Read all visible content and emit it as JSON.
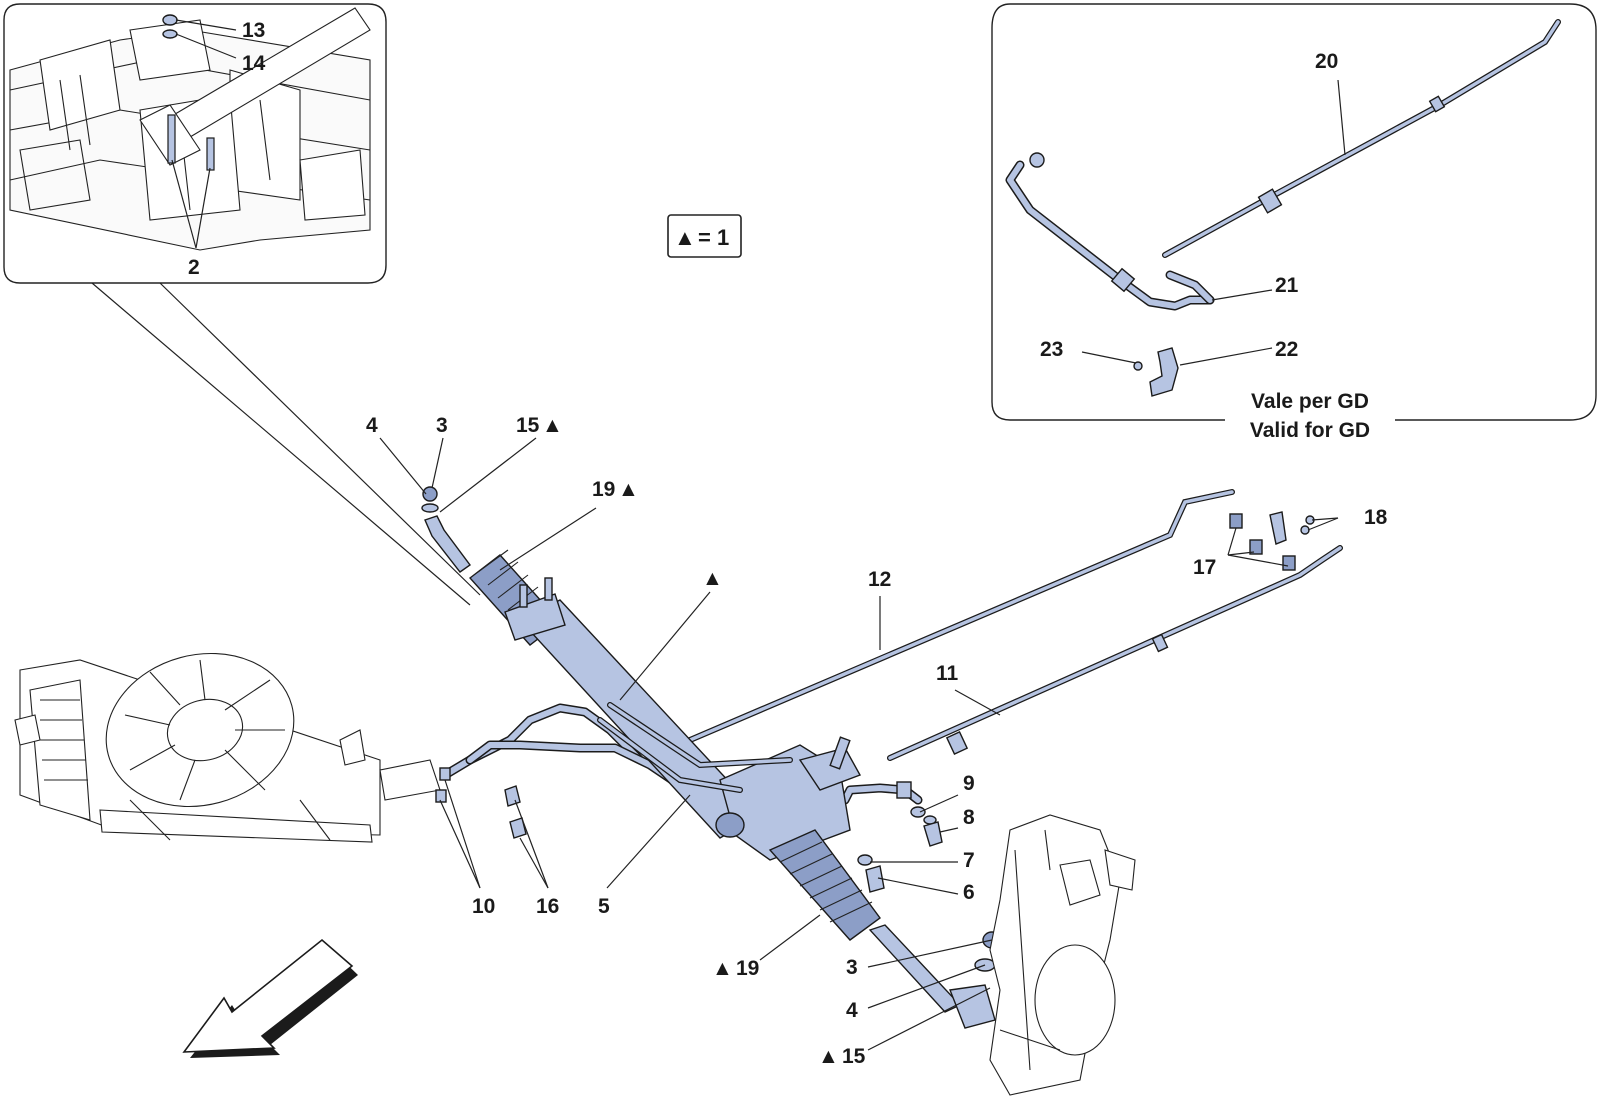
{
  "legend": {
    "symbol": "▲",
    "equals": "= 1"
  },
  "inset_gd": {
    "line1": "Vale per GD",
    "line2": "Valid for GD"
  },
  "labels": {
    "l2": "2",
    "l13": "13",
    "l14": "14",
    "l20": "20",
    "l21": "21",
    "l22": "22",
    "l23": "23",
    "l4a": "4",
    "l3a": "3",
    "l15a": "15",
    "l19a": "19",
    "ltri": "▲",
    "l12": "12",
    "l11": "11",
    "l18": "18",
    "l17": "17",
    "l9": "9",
    "l8": "8",
    "l7": "7",
    "l6": "6",
    "l10": "10",
    "l16": "16",
    "l5": "5",
    "l19b": "19",
    "l3b": "3",
    "l4b": "4",
    "l15b": "15"
  },
  "markers": {
    "triangle": "▲"
  },
  "colors": {
    "part_fill": "#b6c4e2",
    "outline": "#1b1b1b"
  }
}
